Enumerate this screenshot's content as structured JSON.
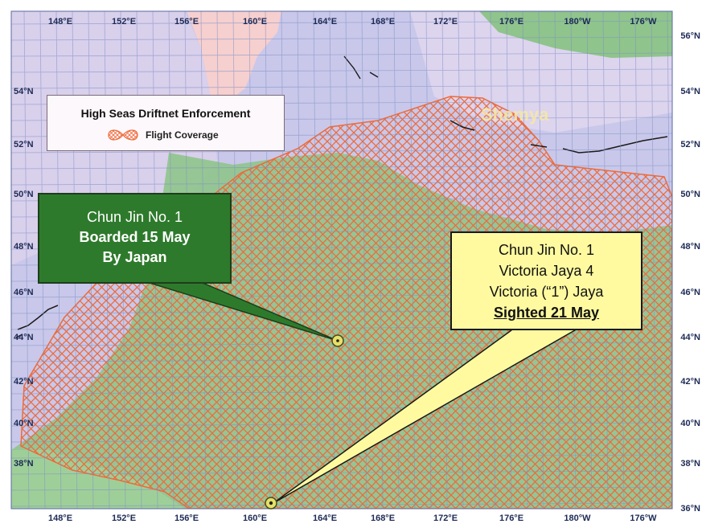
{
  "legend": {
    "title": "High Seas Driftnet Enforcement",
    "coverage_label": "Flight Coverage"
  },
  "place_label": "Shemya",
  "callouts": {
    "japan": {
      "line1": "Chun Jin No. 1",
      "line2": "Boarded 15 May",
      "line3": "By Japan"
    },
    "sighting": {
      "line1": "Chun Jin No. 1",
      "line2": "Victoria Jaya 4",
      "line3": "Victoria (“1”) Jaya",
      "line4": "Sighted 21 May"
    }
  },
  "axes": {
    "lon_top": [
      "148°E",
      "152°E",
      "156°E",
      "160°E",
      "164°E",
      "168°E",
      "172°E",
      "176°E",
      "180°W",
      "176°W"
    ],
    "lon_bottom": [
      "148°E",
      "152°E",
      "156°E",
      "160°E",
      "164°E",
      "168°E",
      "172°E",
      "176°E",
      "180°W",
      "176°W"
    ],
    "lat_left": [
      "54°N",
      "52°N",
      "50°N",
      "48°N",
      "46°N",
      "44°N",
      "42°N",
      "40°N",
      "38°N"
    ],
    "lat_right": [
      "56°N",
      "54°N",
      "52°N",
      "50°N",
      "48°N",
      "46°N",
      "44°N",
      "42°N",
      "40°N",
      "38°N",
      "36°N"
    ]
  },
  "colors": {
    "ocean": "#c9c8ea",
    "land_pink": "#f6cfcf",
    "land_lavender": "#d9d0ec",
    "shelf_green": "#8fc48c",
    "coverage_hatch": "#ee6a3a",
    "callout_green": "#2e7a2c",
    "callout_yellow": "#fffaa0"
  },
  "markers": [
    {
      "name": "boarding-site",
      "label": "Boarded 15 May"
    },
    {
      "name": "sighting-site",
      "label": "Sighted 21 May"
    }
  ]
}
